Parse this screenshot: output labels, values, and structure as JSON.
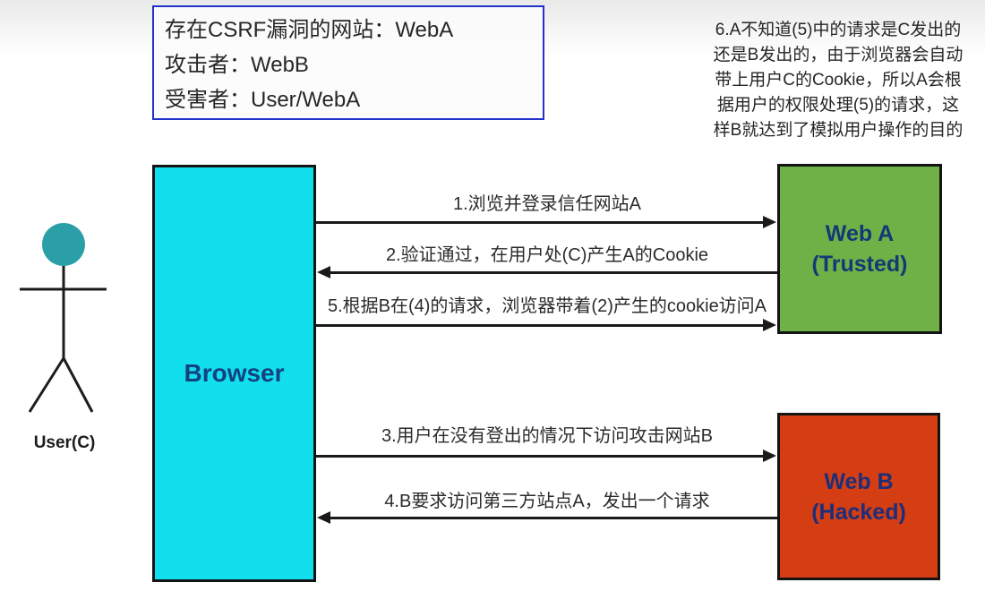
{
  "legend": {
    "lines": [
      "存在CSRF漏洞的网站：WebA",
      "攻击者：WebB",
      "受害者：User/WebA"
    ],
    "border_color": "#2331cc"
  },
  "note": {
    "lines": [
      "6.A不知道(5)中的请求是C发出的",
      "还是B发出的，由于浏览器会自动",
      "带上用户C的Cookie，所以A会根",
      "据用户的权限处理(5)的请求，这",
      "样B就达到了模拟用户操作的目的"
    ]
  },
  "actor": {
    "label": "User(C)",
    "head_color": "#2b9fa8"
  },
  "nodes": {
    "browser": {
      "label": "Browser",
      "fill": "#12dfee",
      "text_color": "#14417d"
    },
    "web_a": {
      "title": "Web A",
      "subtitle": "(Trusted)",
      "fill": "#6fb147",
      "text_color": "#133a75"
    },
    "web_b": {
      "title": "Web B",
      "subtitle": "(Hacked)",
      "fill": "#d53d12",
      "text_color": "#1d2e7a"
    }
  },
  "arrows": [
    {
      "label": "1.浏览并登录信任网站A",
      "direction": "right"
    },
    {
      "label": "2.验证通过，在用户处(C)产生A的Cookie",
      "direction": "left"
    },
    {
      "label": "5.根据B在(4)的请求，浏览器带着(2)产生的cookie访问A",
      "direction": "right"
    },
    {
      "label": "3.用户在没有登出的情况下访问攻击网站B",
      "direction": "right"
    },
    {
      "label": "4.B要求访问第三方站点A，发出一个请求",
      "direction": "left"
    }
  ],
  "colors": {
    "arrow": "#1a1a1a",
    "background_top": "#e9e9e9",
    "background": "#ffffff"
  }
}
